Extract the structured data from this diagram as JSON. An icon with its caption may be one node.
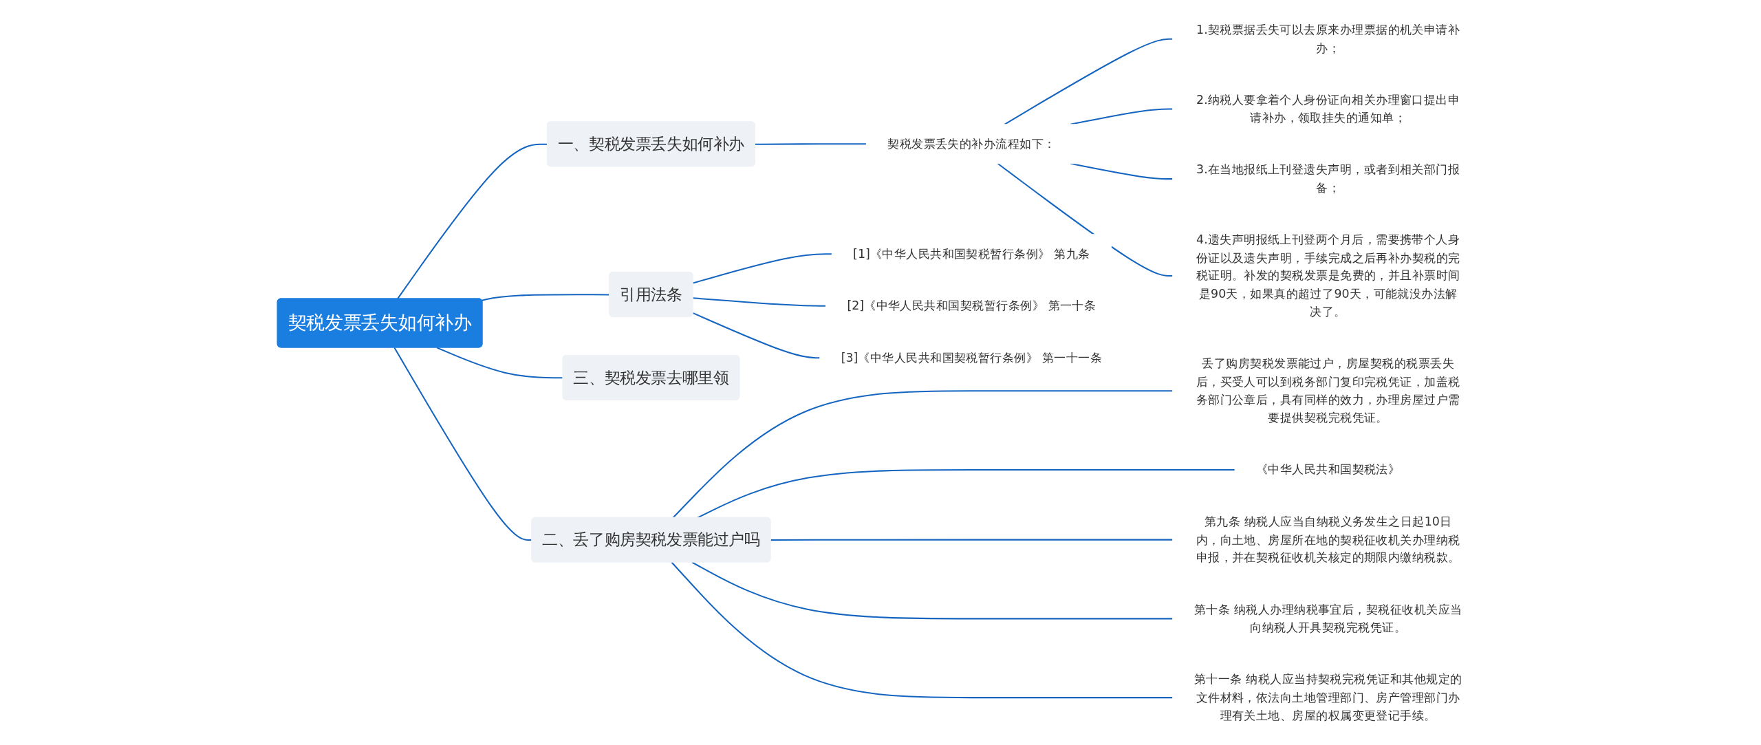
{
  "diagram": {
    "nodes": [
      {
        "text": [
          "契税发票丢失如何补办"
        ]
      },
      {
        "text": [
          "一、契税发票丢失如何补办"
        ]
      },
      {
        "text": [
          "契税发票丢失的补办流程如下："
        ]
      },
      {
        "text": [
          "1.契税票据丢失可以去原来办理票据的机关申请补办；"
        ]
      },
      {
        "text": [
          "2.纳税人要拿着个人身份证向相关办理窗口提出申请补办，领取挂失的通知单；"
        ]
      },
      {
        "text": [
          "3.在当地报纸上刊登遗失声明，或者到相关部门报备；"
        ]
      },
      {
        "text": [
          "4.遗失声明报纸上刊登两个月后，需要携带个人身份证以及遗失声明，手续完成之后再补办契税的完税证明。补发的契税发票是免费的，并且补票时间是90天，如果真的超过了90天，可能就没办法解决了。"
        ]
      },
      {
        "text": [
          "二、丢了购房契税发票能过户吗"
        ]
      },
      {
        "text": [
          "丢了购房契税发票能过户，房屋契税的税票丢失后，买受人可以到税务部门复印完税凭证，加盖税务部门公章后，具有同样的效力，办理房屋过户需要提供契税完税凭证。"
        ]
      },
      {
        "text": [
          "《中华人民共和国契税法》"
        ]
      },
      {
        "text": [
          "第九条 纳税人应当自纳税义务发生之日起10日内，向土地、房屋所在地的契税征收机关办理纳税申报，并在契税征收机关核定的期限内缴纳税款。"
        ]
      },
      {
        "text": [
          "第十条 纳税人办理纳税事宜后，契税征收机关应当向纳税人开具契税完税凭证。"
        ]
      },
      {
        "text": [
          "第十一条 纳税人应当持契税完税凭证和其他规定的文件材料，依法向土地管理部门、房产管理部门办理有关土地、房屋的权属变更登记手续。"
        ]
      },
      {
        "text": [
          "三、契税发票去哪里领"
        ]
      },
      {
        "text": [
          "引用法条"
        ]
      },
      {
        "text": [
          "[1]《中华人民共和国契税暂行条例》 第九条"
        ]
      },
      {
        "text": [
          "[2]《中华人民共和国契税暂行条例》 第一十条"
        ]
      },
      {
        "text": [
          "[3]《中华人民共和国契税暂行条例》 第一十一条"
        ]
      }
    ],
    "edges": [
      {
        "from": 0,
        "to": 1,
        "arrow": "none"
      },
      {
        "from": 1,
        "to": 2,
        "arrow": "none"
      },
      {
        "from": 2,
        "to": 3,
        "arrow": "none"
      },
      {
        "from": 2,
        "to": 4,
        "arrow": "none"
      },
      {
        "from": 2,
        "to": 5,
        "arrow": "none"
      },
      {
        "from": 2,
        "to": 6,
        "arrow": "none"
      },
      {
        "from": 0,
        "to": 7,
        "arrow": "none"
      },
      {
        "from": 7,
        "to": 8,
        "arrow": "none"
      },
      {
        "from": 7,
        "to": 9,
        "arrow": "none"
      },
      {
        "from": 7,
        "to": 10,
        "arrow": "none"
      },
      {
        "from": 7,
        "to": 11,
        "arrow": "none"
      },
      {
        "from": 7,
        "to": 12,
        "arrow": "none"
      },
      {
        "from": 0,
        "to": 13,
        "arrow": "none"
      },
      {
        "from": 0,
        "to": 14,
        "arrow": "none"
      },
      {
        "from": 14,
        "to": 15,
        "arrow": "none"
      },
      {
        "from": 14,
        "to": 16,
        "arrow": "none"
      },
      {
        "from": 14,
        "to": 17,
        "arrow": "none"
      }
    ]
  }
}
